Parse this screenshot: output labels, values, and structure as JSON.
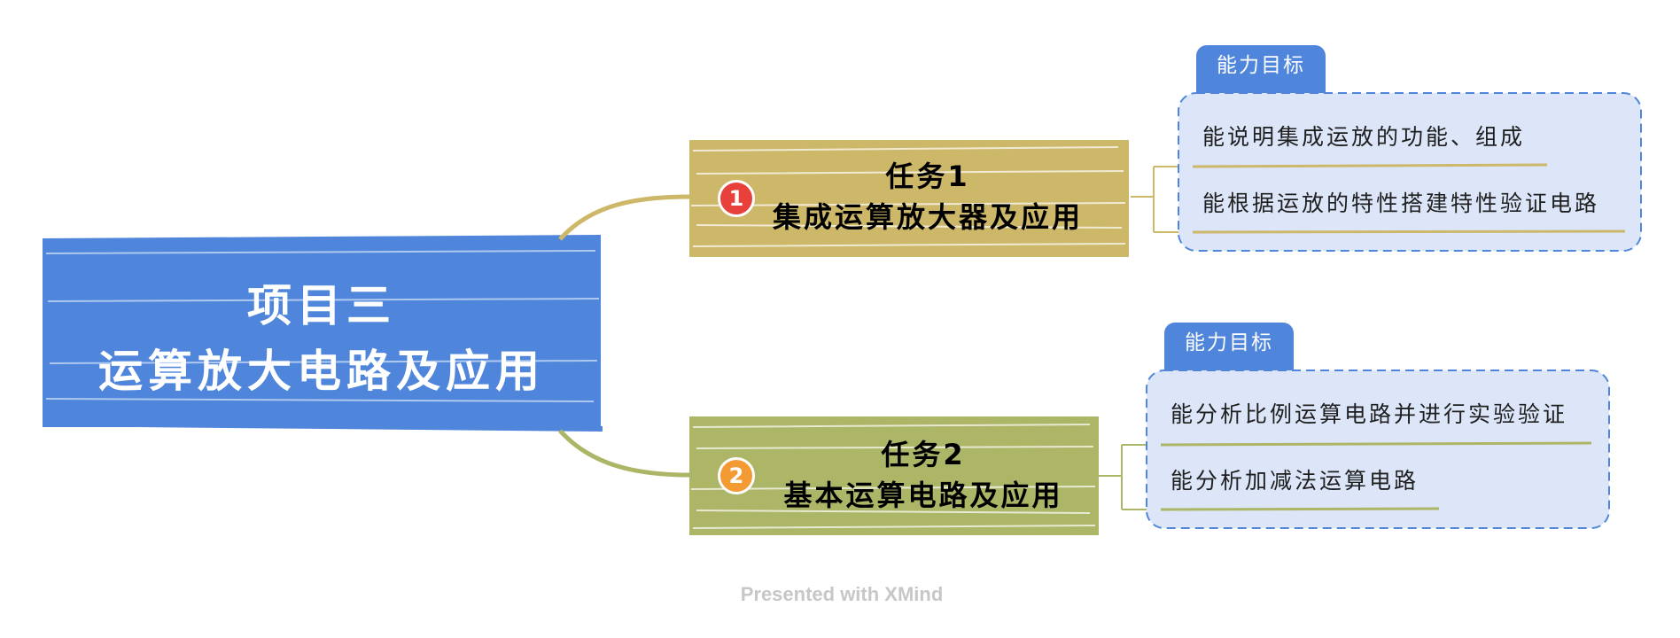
{
  "root": {
    "line1": "项目三",
    "line2": "运算放大电路及应用"
  },
  "tasks": [
    {
      "badge": "1",
      "title": "任务1",
      "subtitle": "集成运算放大器及应用",
      "tag": "能力目标",
      "goals": [
        "能说明集成运放的功能、组成",
        "能根据运放的特性搭建特性验证电路"
      ]
    },
    {
      "badge": "2",
      "title": "任务2",
      "subtitle": "基本运算电路及应用",
      "tag": "能力目标",
      "goals": [
        "能分析比例运算电路并进行实验验证",
        "能分析加减法运算电路"
      ]
    }
  ],
  "footer": "Presented with XMind",
  "colors": {
    "root": "#4f86dc",
    "task1": "#cdb86a",
    "task2": "#adb567",
    "goal_box_fill": "#dce6f8",
    "goal_box_border": "#4f86dc",
    "badge1": "#e8403a",
    "badge2": "#f39a33"
  }
}
